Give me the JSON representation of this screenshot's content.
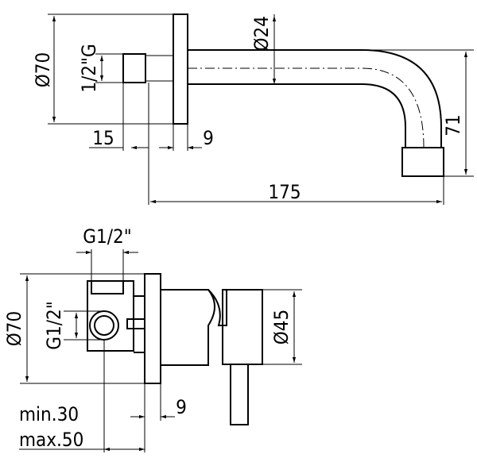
{
  "drawing": {
    "top_view": {
      "dim_diameter_70": "Ø70",
      "dim_thread": "1/2\"G",
      "dim_diameter_24": "Ø24",
      "dim_15": "15",
      "dim_9": "9",
      "dim_71": "71",
      "dim_175": "175"
    },
    "bottom_view": {
      "dim_g12_top": "G1/2\"",
      "dim_diameter_70": "Ø70",
      "dim_g12_side": "G1/2\"",
      "dim_diameter_45": "Ø45",
      "dim_9": "9",
      "dim_min": "min.30",
      "dim_max": "max.50"
    }
  }
}
